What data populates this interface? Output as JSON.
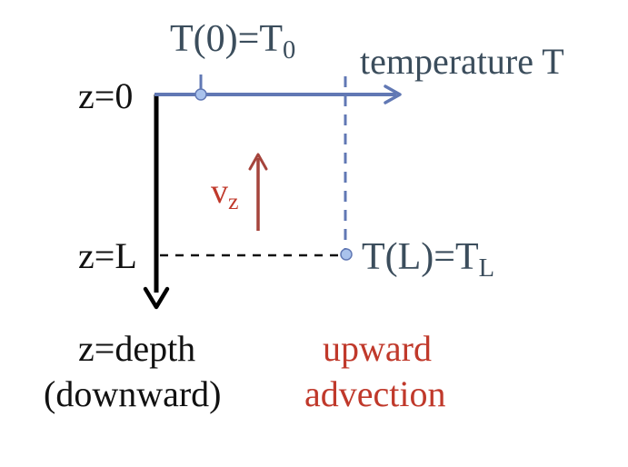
{
  "labels": {
    "surface_temp_main": "T(0)=T",
    "surface_temp_sub": "0",
    "temperature_axis": "temperature T",
    "z_zero": "z=0",
    "velocity_main": "v",
    "velocity_sub": "z",
    "z_L": "z=L",
    "depth_temp_main": "T(L)=T",
    "depth_temp_sub": "L",
    "depth_axis_line1": "z=depth",
    "depth_axis_line2": "(downward)",
    "advection_line1": "upward",
    "advection_line2": "advection"
  },
  "colors": {
    "temperature_axis": "#6178b4",
    "depth_axis": "#000000",
    "velocity_arrow": "#a5443c",
    "label_text": "#3b4d5c",
    "advection_text": "#c0392b"
  }
}
